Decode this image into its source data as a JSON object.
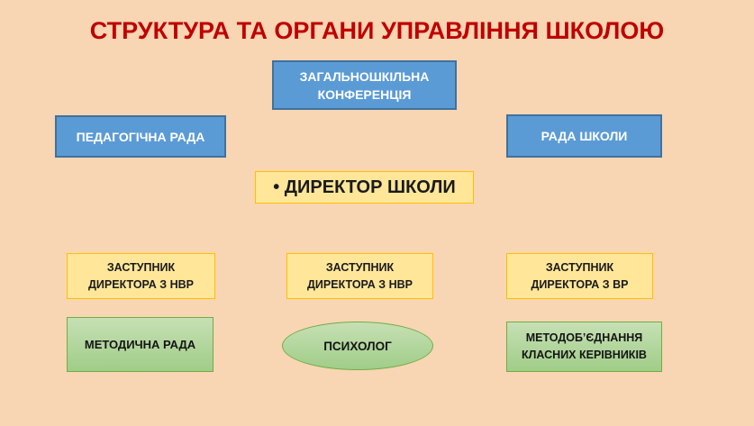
{
  "title": {
    "text": "СТРУКТУРА ТА ОРГАНИ УПРАВЛІННЯ ШКОЛОЮ",
    "color": "#C00000"
  },
  "palette": {
    "background": "#F8D5B3",
    "blue_fill": "#5B9BD5",
    "blue_border": "#41719C",
    "blue_text": "#FFFFFF",
    "yellow_fill": "#FFE699",
    "yellow_border": "#FFC000",
    "green_fill_top": "#C6E0B4",
    "green_fill_bottom": "#A0CD88",
    "green_border": "#70AD47",
    "dark_text": "#1A1A1A"
  },
  "nodes": {
    "conference": {
      "label": "ЗАГАЛЬНОШКІЛЬНА\nКОНФЕРЕНЦІЯ",
      "shape": "rect",
      "color": "blue"
    },
    "pedagogical_council": {
      "label": "ПЕДАГОГІЧНА РАДА",
      "shape": "rect",
      "color": "blue"
    },
    "school_council": {
      "label": "РАДА ШКОЛИ",
      "shape": "rect",
      "color": "blue"
    },
    "director": {
      "label": "• ДИРЕКТОР ШКОЛИ",
      "shape": "rect",
      "color": "yellow"
    },
    "deputy_nvr_left": {
      "label": "ЗАСТУПНИК\nДИРЕКТОРА З НВР",
      "shape": "rect",
      "color": "yellow"
    },
    "deputy_nvr_center": {
      "label": "ЗАСТУПНИК\nДИРЕКТОРА З НВР",
      "shape": "rect",
      "color": "yellow"
    },
    "deputy_vr": {
      "label": "ЗАСТУПНИК\nДИРЕКТОРА З ВР",
      "shape": "rect",
      "color": "yellow"
    },
    "methodical_council": {
      "label": "МЕТОДИЧНА РАДА",
      "shape": "rect",
      "color": "green"
    },
    "psychologist": {
      "label": "ПСИХОЛОГ",
      "shape": "ellipse",
      "color": "green"
    },
    "class_teachers_association": {
      "label": "МЕТОДОБ’ЄДНАННЯ\nКЛАСНИХ КЕРІВНИКІВ",
      "shape": "rect",
      "color": "green"
    }
  }
}
